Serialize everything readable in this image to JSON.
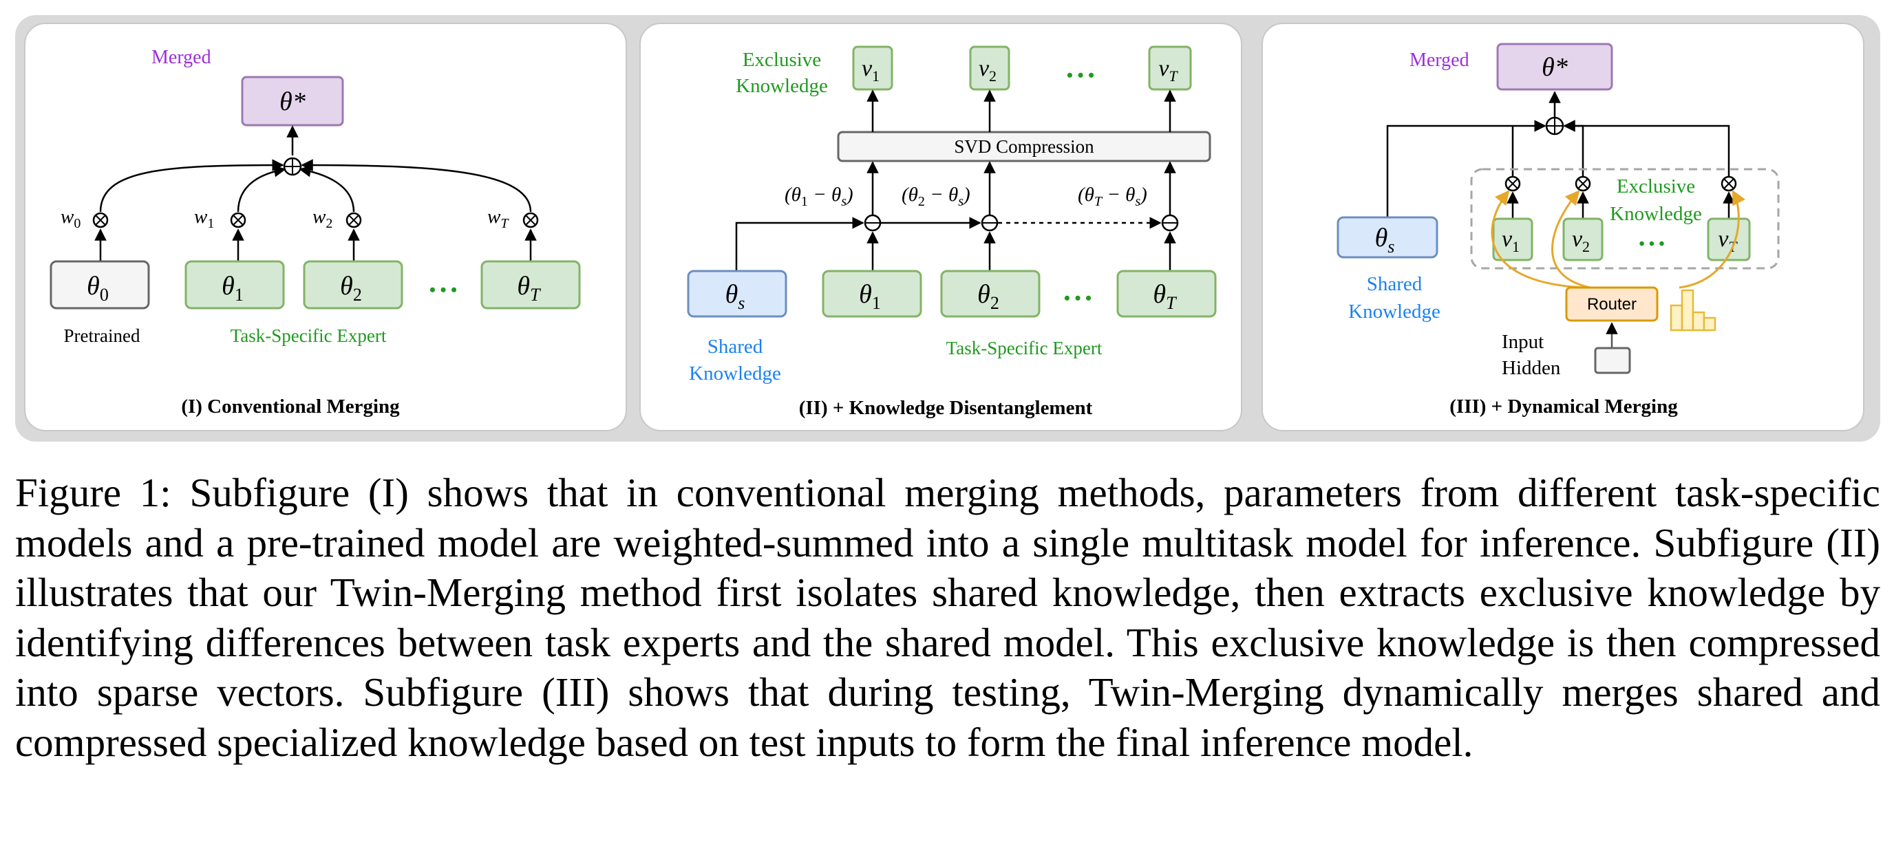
{
  "panels": [
    {
      "title": "(I) Conventional Merging",
      "merged_label": "Merged",
      "merged_symbol": "θ*",
      "weights": [
        "w",
        "w",
        "w",
        "w"
      ],
      "weight_subs": [
        "0",
        "1",
        "2",
        "T"
      ],
      "params": [
        "θ",
        "θ",
        "θ",
        "θ"
      ],
      "param_subs": [
        "0",
        "1",
        "2",
        "T"
      ],
      "ellipsis": "• • •",
      "pretrained_label": "Pretrained",
      "expert_label": "Task-Specific Expert"
    },
    {
      "title": "(II) + Knowledge Disentanglement",
      "exclusive_label_1": "Exclusive",
      "exclusive_label_2": "Knowledge",
      "vectors": [
        "v",
        "v",
        "v"
      ],
      "vector_subs": [
        "1",
        "2",
        "T"
      ],
      "ellipsis": "• • •",
      "svd_label": "SVD Compression",
      "diffs": [
        "(θ",
        "(θ",
        "(θ"
      ],
      "diff_subs": [
        "1",
        "2",
        "T"
      ],
      "diff_tail": " − θ",
      "diff_tail_sub": "s",
      "diff_close": ")",
      "shared_symbol": "θ",
      "shared_sub": "s",
      "params": [
        "θ",
        "θ",
        "θ"
      ],
      "param_subs": [
        "1",
        "2",
        "T"
      ],
      "shared_label_1": "Shared",
      "shared_label_2": "Knowledge",
      "expert_label": "Task-Specific Expert"
    },
    {
      "title": "(III) + Dynamical Merging",
      "merged_label": "Merged",
      "merged_symbol": "θ*",
      "shared_symbol": "θ",
      "shared_sub": "s",
      "shared_label_1": "Shared",
      "shared_label_2": "Knowledge",
      "vectors": [
        "v",
        "v",
        "v"
      ],
      "vector_subs": [
        "1",
        "2",
        "T"
      ],
      "ellipsis": "• • •",
      "exclusive_label_1": "Exclusive",
      "exclusive_label_2": "Knowledge",
      "router_label": "Router",
      "input_label_1": "Input",
      "input_label_2": "Hidden"
    }
  ],
  "colors": {
    "merged_fill": "#e4d5ec",
    "merged_stroke": "#9c78b3",
    "merged_text": "#9b30d9",
    "expert_fill": "#d5e8d4",
    "expert_stroke": "#82b366",
    "expert_text": "#1f9a1f",
    "shared_fill": "#dae8fc",
    "shared_stroke": "#6c8ebf",
    "shared_text": "#1a82f0",
    "router_fill": "#ffe6cc",
    "router_stroke": "#d79b00",
    "router_arrow": "#e5a82a"
  },
  "caption": "Figure 1: Subfigure (I) shows that in conventional merging methods, parameters from different task-specific models and a pre-trained model are weighted-summed into a single multitask model for inference. Subfigure (II) illustrates that our Twin-Merging method first isolates shared knowledge, then extracts exclusive knowledge by identifying differences between task experts and the shared model. This exclusive knowledge is then compressed into sparse vectors. Subfigure (III) shows that during testing, Twin-Merging dynamically merges shared and compressed specialized knowledge based on test inputs to form the final inference model."
}
